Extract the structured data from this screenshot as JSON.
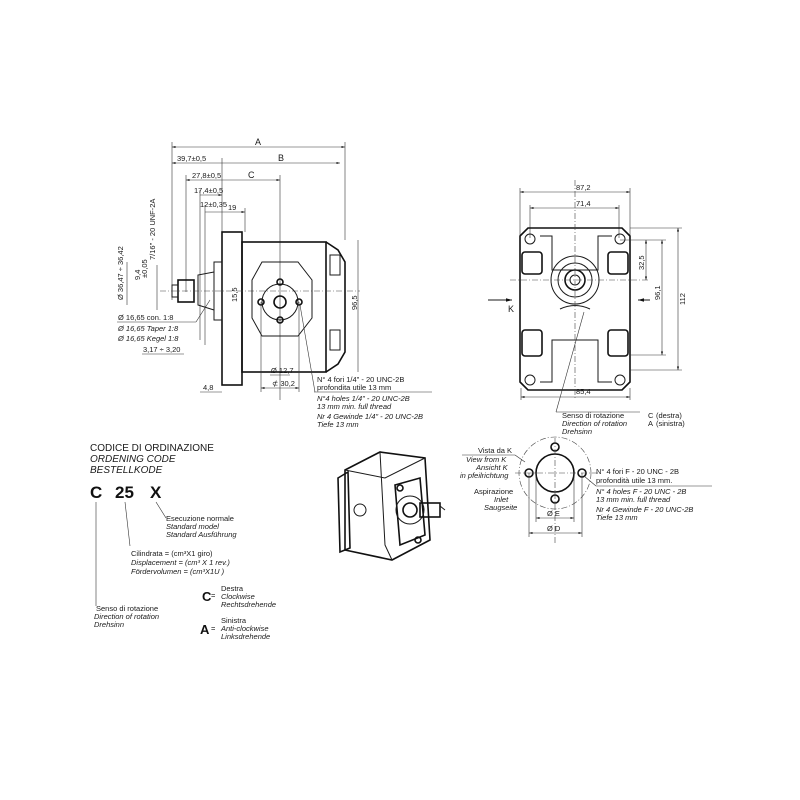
{
  "side_view": {
    "dim_A": "A",
    "dim_B": "B",
    "dim_C": "C",
    "dim_39_7": "39,7±0,5",
    "dim_27_8": "27,8±0,5",
    "dim_17_4": "17,4±0,5",
    "dim_12": "12±0,35",
    "dim_19": "19",
    "thread": "7/16\" - 20 UNF-2A",
    "dim_36": "Ø 36,47 ÷ 36,42",
    "dim_9_4": "9,4",
    "dim_005": "±0,05",
    "dim_15_5": "15,5",
    "dim_96_5": "96,5",
    "dim_12_7": "Ø 12,7",
    "dim_30_2": "⊄ 30,2",
    "dim_4_8": "4,8",
    "taper_it": "Ø 16,65 con. 1:8",
    "taper_en": "Ø 16,65 Taper 1:8",
    "taper_de": "Ø 16,65 Kegel 1:8",
    "dim_3_17": "3,17 ÷ 3,20",
    "holes_it_1": "N° 4 fori 1/4\" - 20 UNC-2B",
    "holes_it_2": "profondita utile 13 mm",
    "holes_en_1": "N°4 holes 1/4\" - 20 UNC-2B",
    "holes_en_2": "13 mm min. full thread",
    "holes_de_1": "Nr 4 Gewinde 1/4\" - 20 UNC-2B",
    "holes_de_2": "Tiefe 13 mm"
  },
  "front_view": {
    "dim_87_2": "87,2",
    "dim_71_4": "71,4",
    "dim_85_4": "85,4",
    "dim_32_5": "32,5",
    "dim_96_1": "96,1",
    "dim_112": "112",
    "view_K": "K",
    "rot_it": "Senso di rotazione",
    "rot_en": "Direction of rotation",
    "rot_de": "Drehsinn",
    "rot_c": "C",
    "rot_c_note": "(destra)",
    "rot_a": "A",
    "rot_a_note": "(sinistra)"
  },
  "port_view": {
    "view_it": "Vista da K",
    "view_en": "View from K",
    "view_de_1": "Ansicht K",
    "view_de_2": "in pfeilrichtung",
    "inlet_it": "Aspirazione",
    "inlet_en": "Inlet",
    "inlet_de": "Saugseite",
    "dim_E": "Ø E",
    "dim_D": "Ø D",
    "holes_it_1": "N° 4 fori F - 20 UNC - 2B",
    "holes_it_2": "profondità utile 13 mm.",
    "holes_en_1": "N° 4 holes F - 20 UNC - 2B",
    "holes_en_2": "13 mm min. full thread",
    "holes_de_1": "Nr 4 Gewinde F - 20 UNC-2B",
    "holes_de_2": "Tiefe 13 mm"
  },
  "ordering": {
    "title_it": "CODICE DI ORDINAZIONE",
    "title_en": "ORDENING CODE",
    "title_de": "BESTELLKODE",
    "code_c": "C",
    "code_25": "25",
    "code_x": "X",
    "std_it": "Esecuzione normale",
    "std_en": "Standard model",
    "std_de": "Standard Ausführung",
    "disp_it": "Cilindrata = (cm³X1 giro)",
    "disp_en": "Displacement = (cm³ X 1 rev.)",
    "disp_de": "Fördervolumen = (cm³X1U )",
    "rot_it": "Senso di rotazione",
    "rot_en": "Direction of rotation",
    "rot_de": "Drehsinn",
    "c_letter": "C",
    "c_it": "Destra",
    "c_en": "Clockwise",
    "c_de": "Rechtsdrehende",
    "a_letter": "A",
    "a_it": "Sinistra",
    "a_en": "Anti-clockwise",
    "a_de": "Linksdrehende"
  }
}
